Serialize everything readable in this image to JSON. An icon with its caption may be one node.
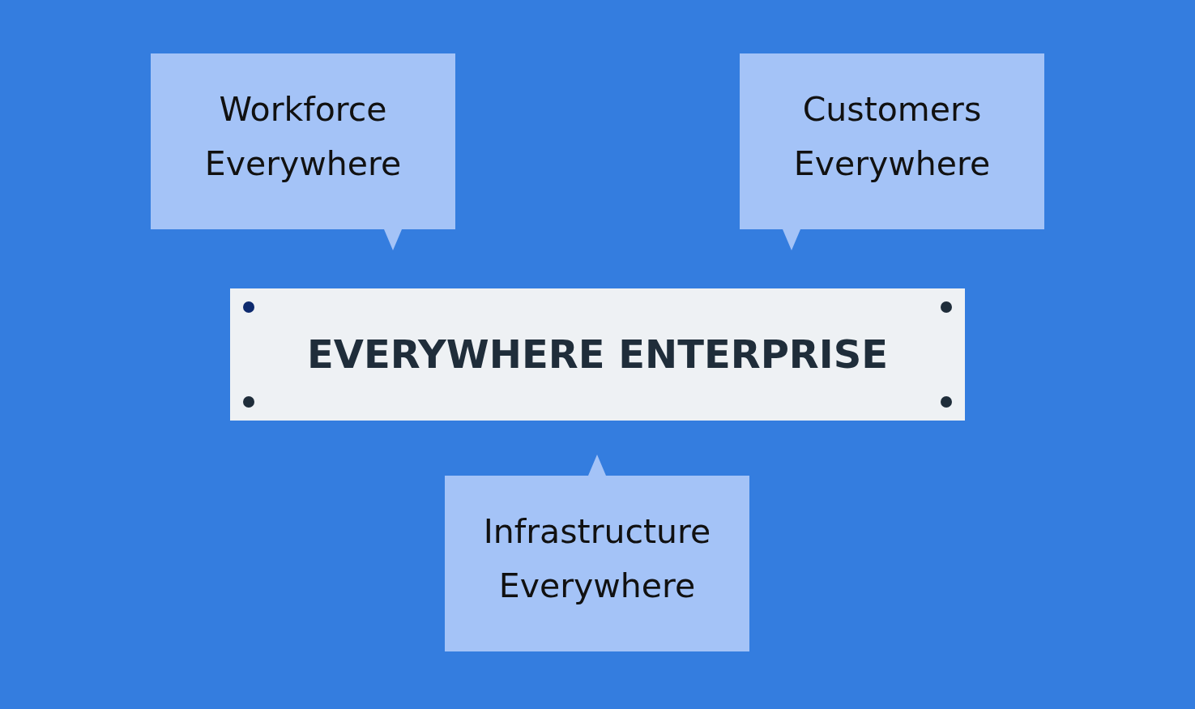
{
  "diagram": {
    "nodes": [
      {
        "text": [
          "Workforce Everywhere"
        ]
      },
      {
        "text": [
          "Customers Everywhere"
        ]
      },
      {
        "text": [
          "EVERYWHERE ENTERPRISE"
        ]
      },
      {
        "text": [
          "Infrastructure Everywhere"
        ]
      }
    ]
  }
}
